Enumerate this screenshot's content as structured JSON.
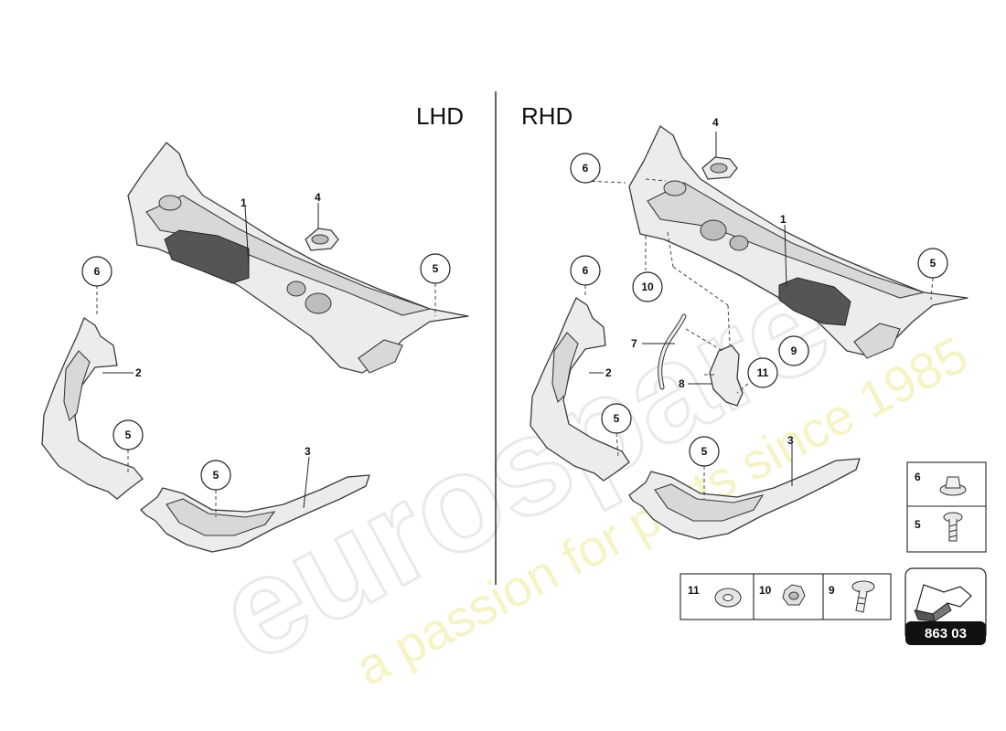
{
  "watermark": {
    "brand": "eurospares",
    "tagline": "a passion for parts since 1985"
  },
  "sections": {
    "left": "LHD",
    "right": "RHD"
  },
  "callouts_left": {
    "c1": "1",
    "c2": "2",
    "c3": "3",
    "c4": "4",
    "c5a": "5",
    "c5b": "5",
    "c5c": "5",
    "c6": "6"
  },
  "callouts_right": {
    "c1": "1",
    "c2": "2",
    "c3": "3",
    "c4": "4",
    "c5a": "5",
    "c5b": "5",
    "c5c": "5",
    "c6a": "6",
    "c6b": "6",
    "c7": "7",
    "c8": "8",
    "c9": "9",
    "c10": "10",
    "c11": "11"
  },
  "legend_fasteners": {
    "item6": "6",
    "item5": "5",
    "item11": "11",
    "item10": "10",
    "item9": "9"
  },
  "reference_code": "863 03"
}
